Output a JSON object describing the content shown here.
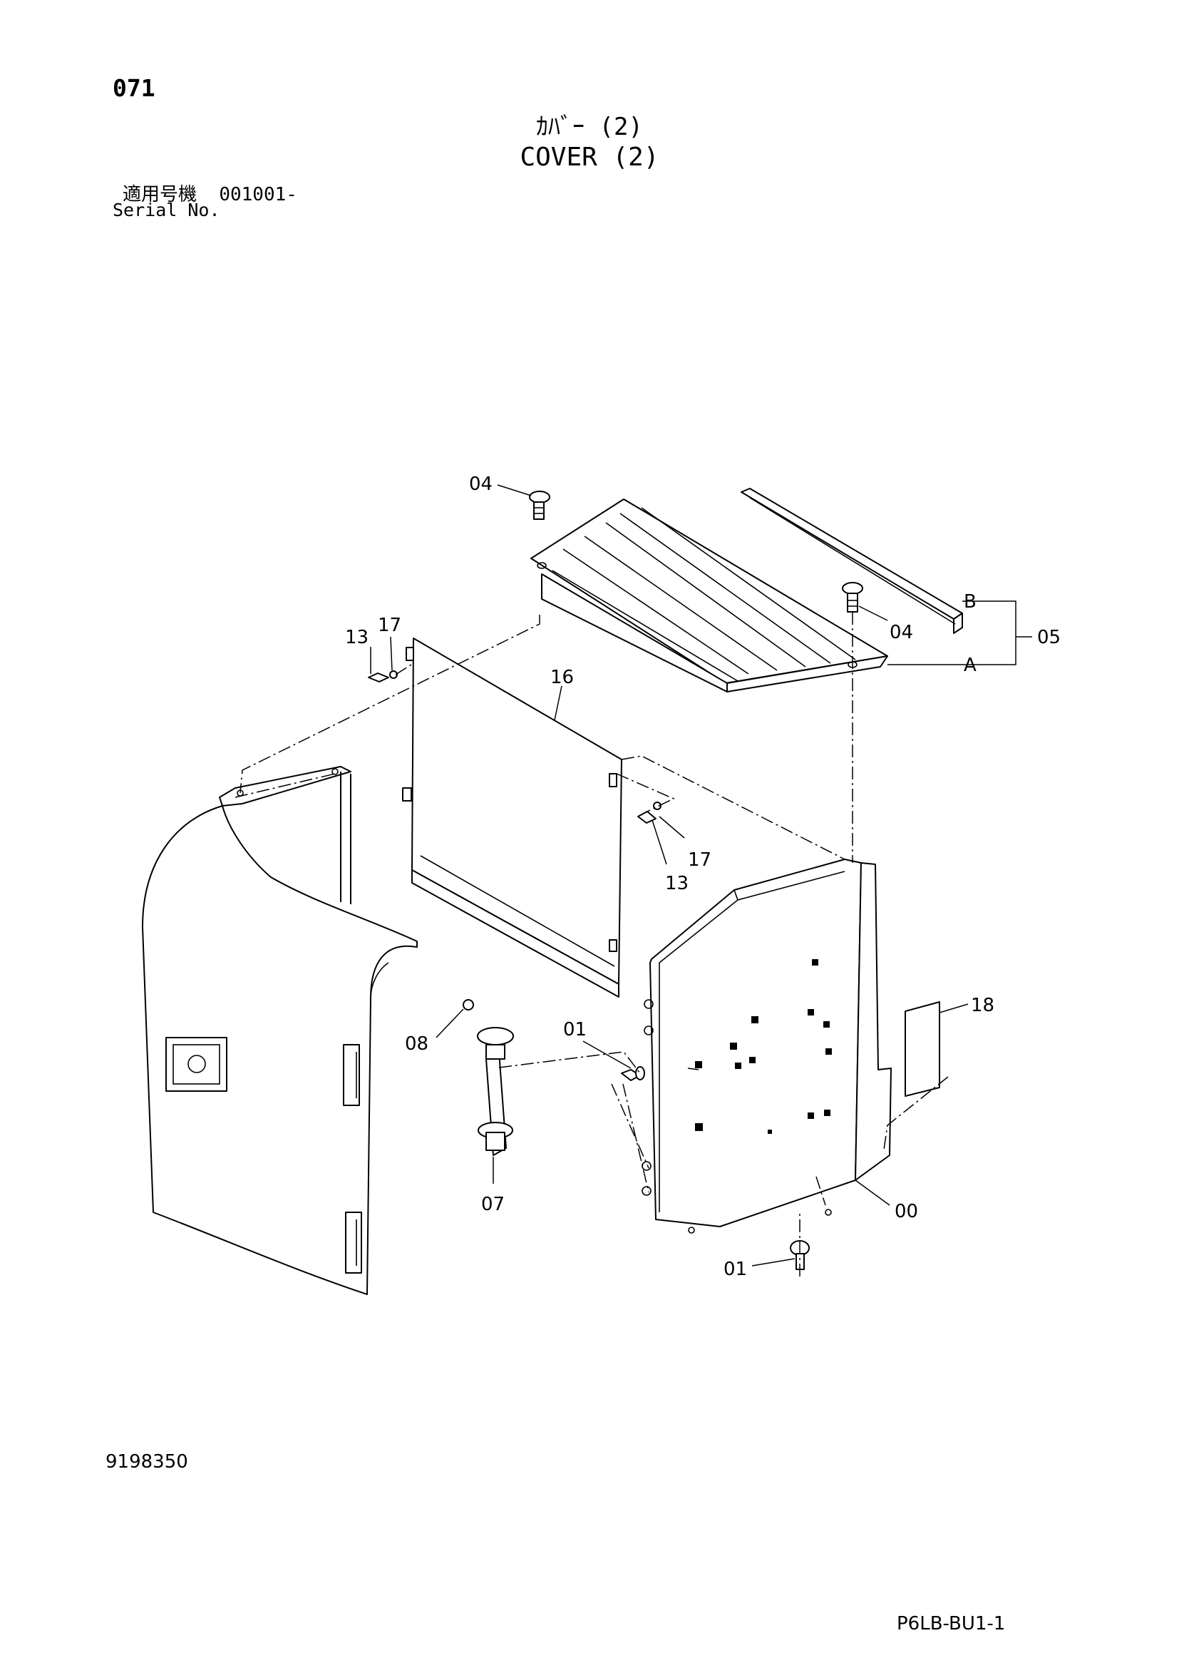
{
  "header": {
    "page_number": "071",
    "title_jp": "ｶﾊﾞｰ (2)",
    "title_en": "COVER (2)",
    "serial_label_jp": "適用号機",
    "serial_range": "001001-",
    "serial_label_en": "Serial No."
  },
  "footer": {
    "doc_number": "9198350",
    "drawing_code": "P6LB-BU1-1"
  },
  "callouts": {
    "c00": "00",
    "c01a": "01",
    "c01b": "01",
    "c04a": "04",
    "c04b": "04",
    "c05": "05",
    "c07": "07",
    "c08": "08",
    "c13a": "13",
    "c13b": "13",
    "c16": "16",
    "c17a": "17",
    "c17b": "17",
    "c18": "18",
    "sub_a": "A",
    "sub_b": "B"
  }
}
